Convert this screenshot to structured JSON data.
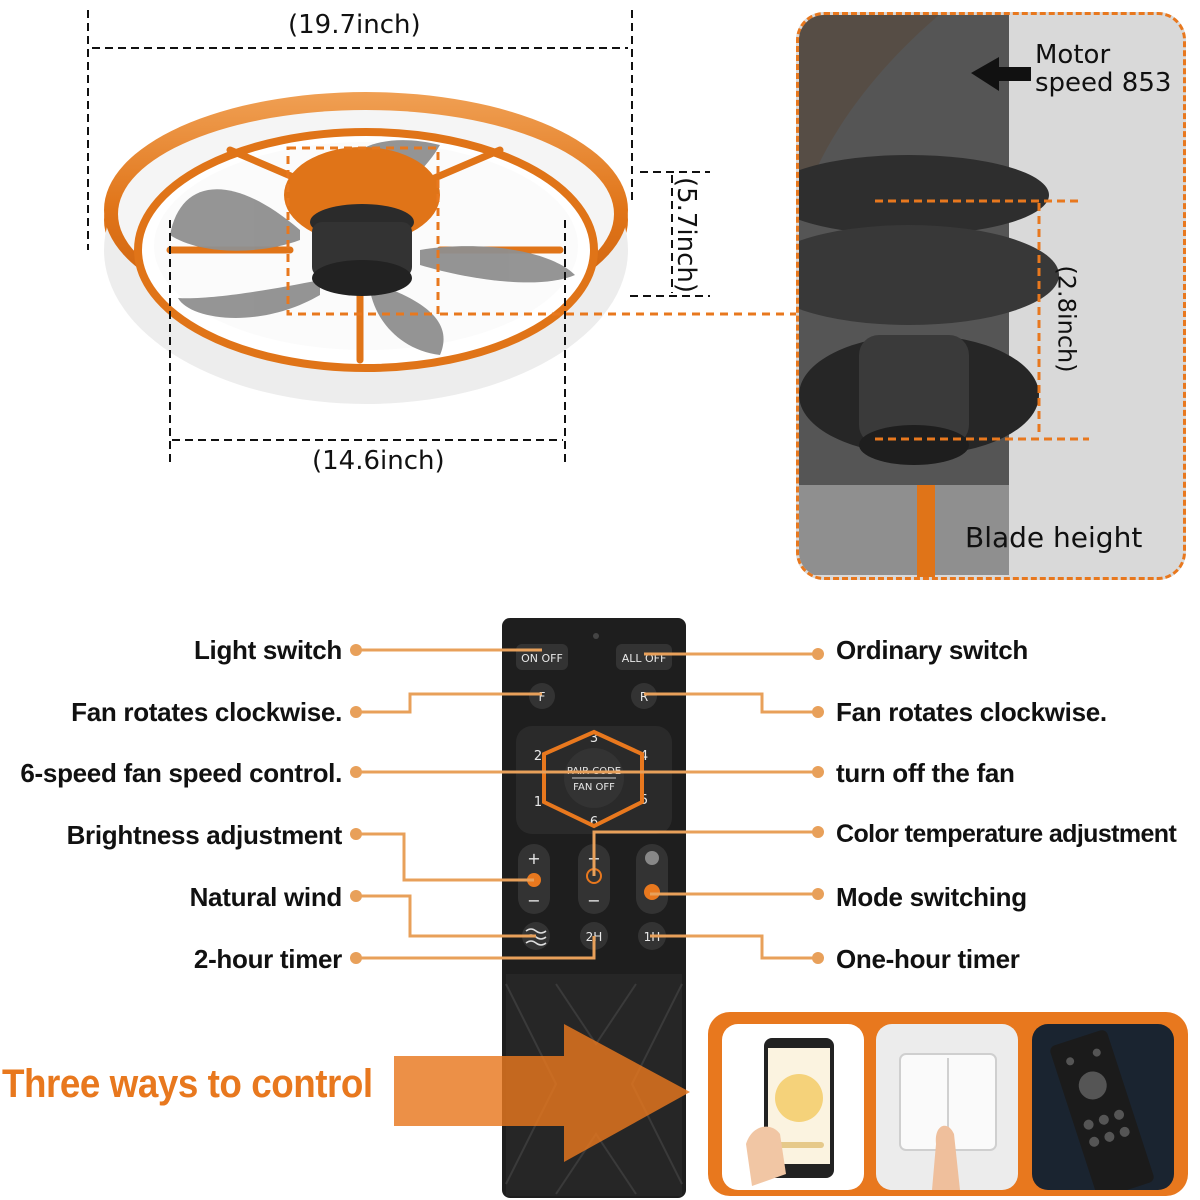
{
  "colors": {
    "accent": "#e8781e",
    "remote": "#1e1e1e",
    "remote_panel": "#2a2a2a",
    "blade": "#8f8f8f",
    "inset_bg": "#d9d9d9"
  },
  "dimensions": {
    "overall_diameter": "(19.7inch)",
    "height": "(5.7inch)",
    "inner_diameter": "(14.6inch)",
    "blade_height_value": "(2.8inch)"
  },
  "inset": {
    "motor_speed": "Motor\nspeed 853",
    "blade_height_label": "Blade height"
  },
  "remote": {
    "buttons": {
      "light": "ON OFF",
      "all_off": "ALL OFF",
      "forward": "F",
      "reverse": "R",
      "pair_code": "PAIR CODE",
      "fan_off": "FAN OFF",
      "speed_1": "1",
      "speed_2": "2",
      "speed_3": "3",
      "speed_4": "4",
      "speed_5": "5",
      "speed_6": "6",
      "plus": "+",
      "minus": "−",
      "timer_2h": "2H",
      "timer_1h": "1H"
    }
  },
  "labels_left": [
    "Light switch",
    "Fan rotates clockwise.",
    "6-speed fan speed control.",
    "Brightness adjustment",
    "Natural wind",
    "2-hour timer"
  ],
  "labels_right": [
    "Ordinary switch",
    "Fan rotates clockwise.",
    "turn off the fan",
    "Color temperature adjustment",
    "Mode switching",
    "One-hour timer"
  ],
  "control_methods": {
    "title": "Three ways to control",
    "items": [
      "app",
      "wall switch",
      "remote control"
    ]
  }
}
